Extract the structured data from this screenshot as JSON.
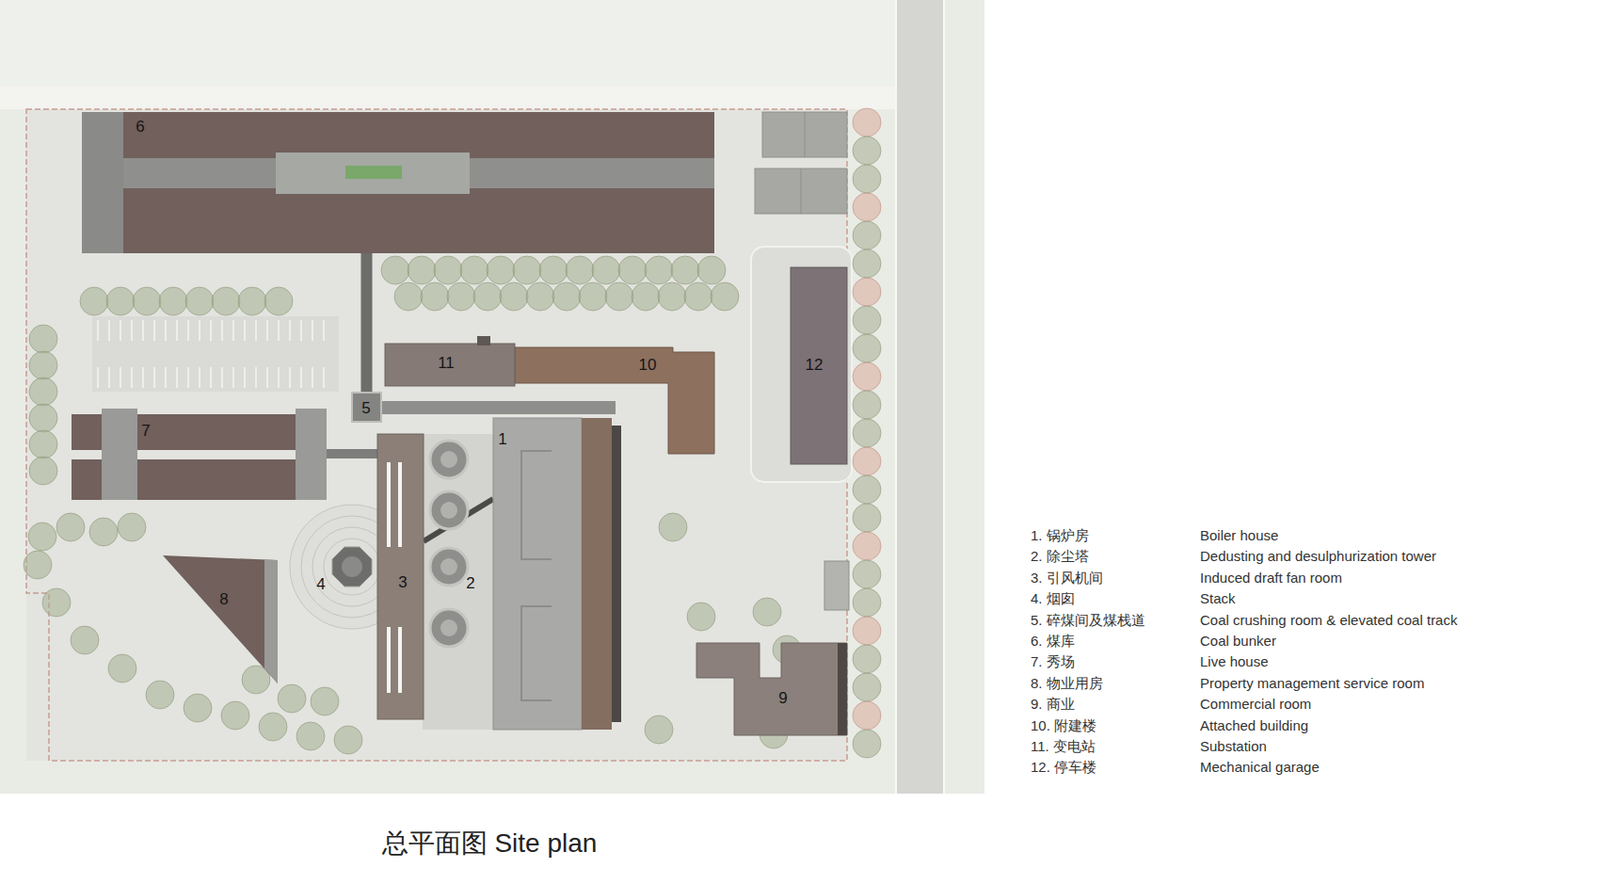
{
  "diagram": {
    "caption": "总平面图 Site plan",
    "nodes": [
      {
        "text": [
          "1"
        ]
      },
      {
        "text": [
          "2"
        ]
      },
      {
        "text": [
          "3"
        ]
      },
      {
        "text": [
          "4"
        ]
      },
      {
        "text": [
          "5"
        ]
      },
      {
        "text": [
          "6"
        ]
      },
      {
        "text": [
          "7"
        ]
      },
      {
        "text": [
          "8"
        ]
      },
      {
        "text": [
          "9"
        ]
      },
      {
        "text": [
          "10"
        ]
      },
      {
        "text": [
          "11"
        ]
      },
      {
        "text": [
          "12"
        ]
      }
    ],
    "edges": [
      {
        "from": 5,
        "to": 4,
        "arrow": "none"
      },
      {
        "from": 6,
        "to": 2,
        "arrow": "none"
      },
      {
        "from": 2,
        "to": 0,
        "arrow": "none"
      }
    ],
    "labels": [
      "1. 锅炉房",
      "Boiler house",
      "2. 除尘塔",
      "Dedusting and desulphurization tower",
      "3. 引风机间",
      "Induced draft fan room",
      "4. 烟囱",
      "Stack",
      "5. 碎煤间及煤栈道",
      "Coal crushing room & elevated coal track",
      "6. 煤库",
      "Coal bunker",
      "7. 秀场",
      "Live house",
      "8. 物业用房",
      "Property management service room",
      "9. 商业",
      "Commercial room",
      "10. 附建楼",
      "Attached building",
      "11. 变电站",
      "Substation",
      "12. 停车楼",
      "Mechanical garage"
    ]
  }
}
